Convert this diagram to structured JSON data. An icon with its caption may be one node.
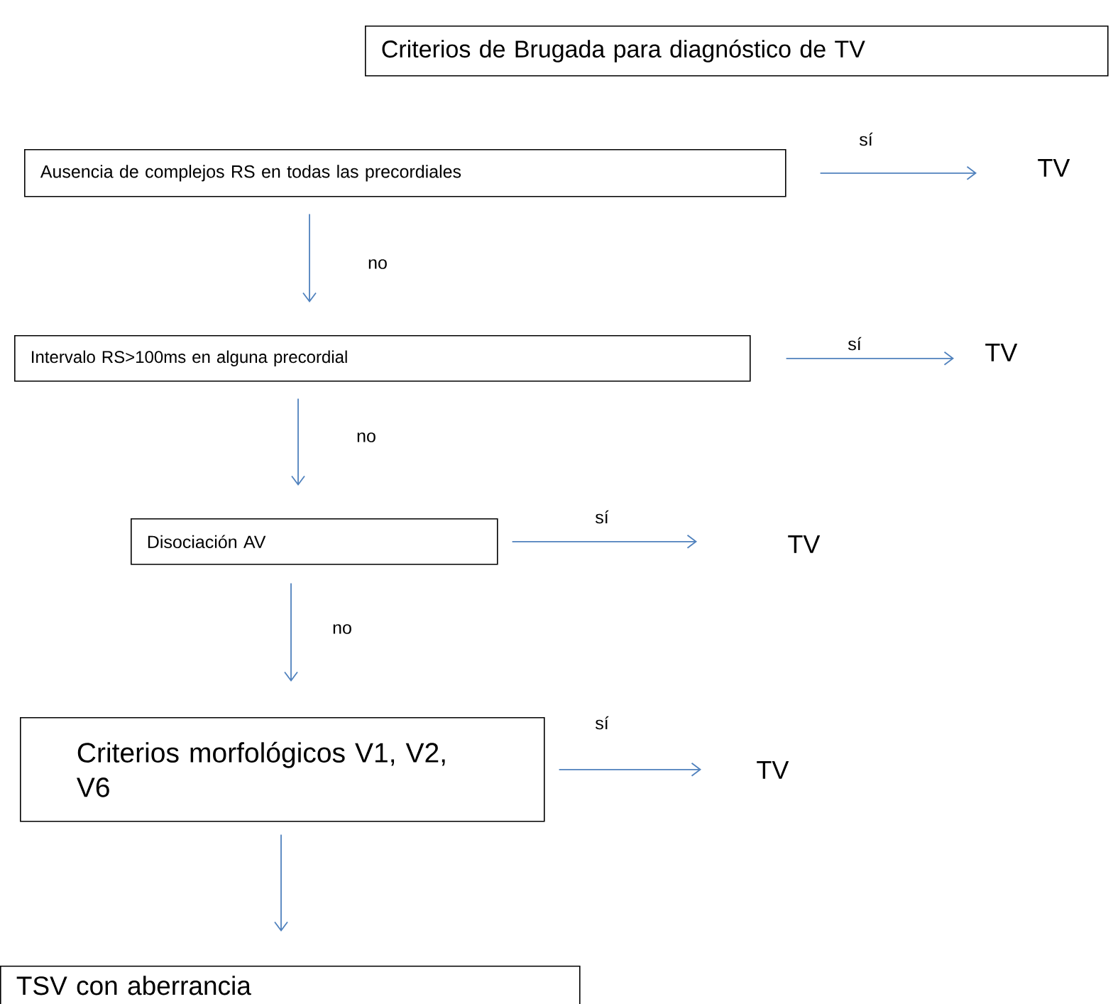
{
  "diagram": {
    "nodes": [
      {
        "text": [
          "Criterios de Brugada para diagnóstico de TV"
        ]
      },
      {
        "text": [
          "Ausencia de complejos RS en todas las precordiales"
        ]
      },
      {
        "text": [
          "TV"
        ]
      },
      {
        "text": [
          "Intervalo RS>100ms en alguna precordial"
        ]
      },
      {
        "text": [
          "TV"
        ]
      },
      {
        "text": [
          "Disociación AV"
        ]
      },
      {
        "text": [
          "TV"
        ]
      },
      {
        "text": [
          "Criterios morfológicos V1, V2, V6"
        ]
      },
      {
        "text": [
          "TV"
        ]
      },
      {
        "text": [
          "TSV con aberrancia"
        ]
      }
    ],
    "edges": [
      {
        "from": 1,
        "to": 2,
        "arrow": "to",
        "label": "sí"
      },
      {
        "from": 1,
        "to": 3,
        "arrow": "to",
        "label": "no"
      },
      {
        "from": 3,
        "to": 4,
        "arrow": "to",
        "label": "sí"
      },
      {
        "from": 3,
        "to": 5,
        "arrow": "to",
        "label": "no"
      },
      {
        "from": 5,
        "to": 6,
        "arrow": "to",
        "label": "sí"
      },
      {
        "from": 5,
        "to": 7,
        "arrow": "to",
        "label": "no"
      },
      {
        "from": 7,
        "to": 8,
        "arrow": "to",
        "label": "sí"
      },
      {
        "from": 7,
        "to": 9,
        "arrow": "to"
      }
    ]
  }
}
